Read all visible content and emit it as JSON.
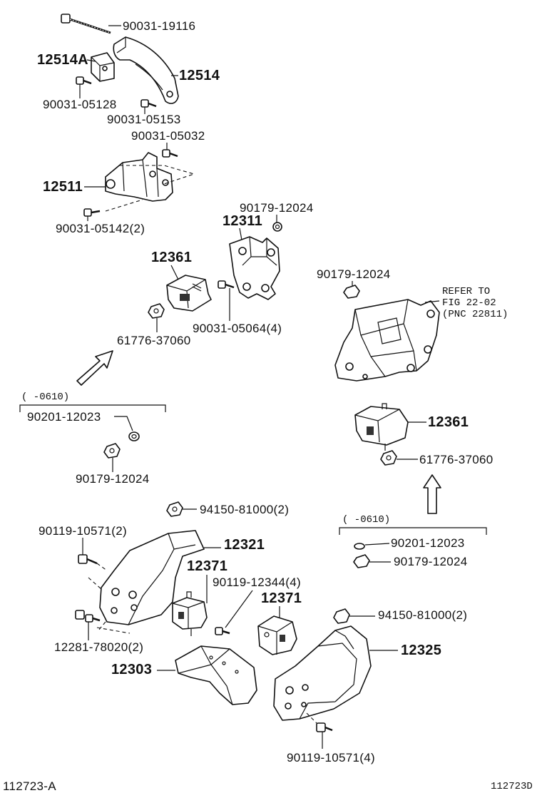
{
  "diagram": {
    "illustration_id": "112723-A",
    "figure_code": "112723D",
    "note_box_1": {
      "range": "(     -0610)",
      "part_a": "90201-12023",
      "part_b": "90179-12024"
    },
    "note_box_2": {
      "range": "(     -0610)",
      "part_a": "90201-12023",
      "part_b": "90179-12024"
    },
    "refer": {
      "line1": "REFER TO",
      "line2": "FIG 22-02",
      "line3": "(PNC 22811)"
    },
    "labels": {
      "p90031_19116": "90031-19116",
      "p12514A": "12514A",
      "p12514": "12514",
      "p90031_05128": "90031-05128",
      "p90031_05153": "90031-05153",
      "p90031_05032": "90031-05032",
      "p12511": "12511",
      "p90031_05142": "90031-05142(2)",
      "p90179_12024_top": "90179-12024",
      "p12311": "12311",
      "p12361_left": "12361",
      "p90031_05064": "90031-05064(4)",
      "p61776_left": "61776-37060",
      "p90179_12024_right": "90179-12024",
      "p12361_right": "12361",
      "p61776_right": "61776-37060",
      "p94150_top": "94150-81000(2)",
      "p90119_10571_2": "90119-10571(2)",
      "p12321": "12321",
      "p12371_left": "12371",
      "p90119_12344": "90119-12344(4)",
      "p12371_right": "12371",
      "p94150_right": "94150-81000(2)",
      "p12281": "12281-78020(2)",
      "p12303": "12303",
      "p12325": "12325",
      "p90119_10571_4": "90119-10571(4)"
    }
  }
}
